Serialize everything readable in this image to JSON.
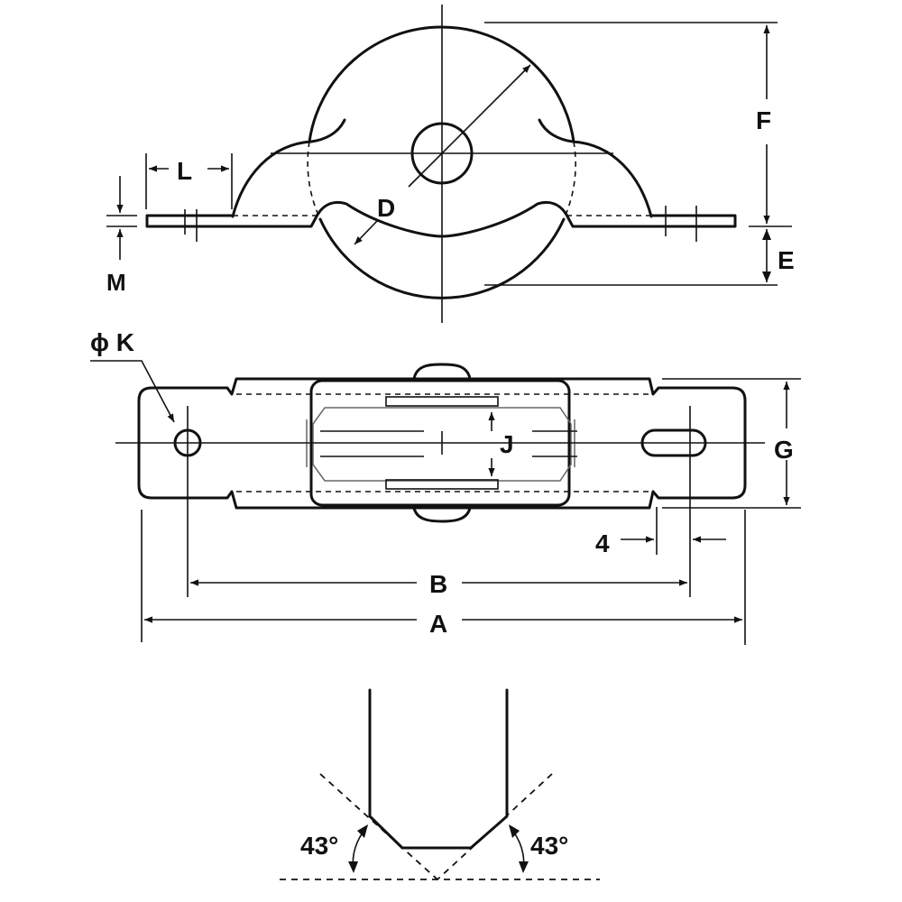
{
  "labels": {
    "L": "L",
    "M": "M",
    "D": "D",
    "F": "F",
    "E": "E",
    "K": "ϕ K",
    "J": "J",
    "G": "G",
    "four": "4",
    "B": "B",
    "A": "A",
    "angle_left": "43°",
    "angle_right": "43°"
  }
}
